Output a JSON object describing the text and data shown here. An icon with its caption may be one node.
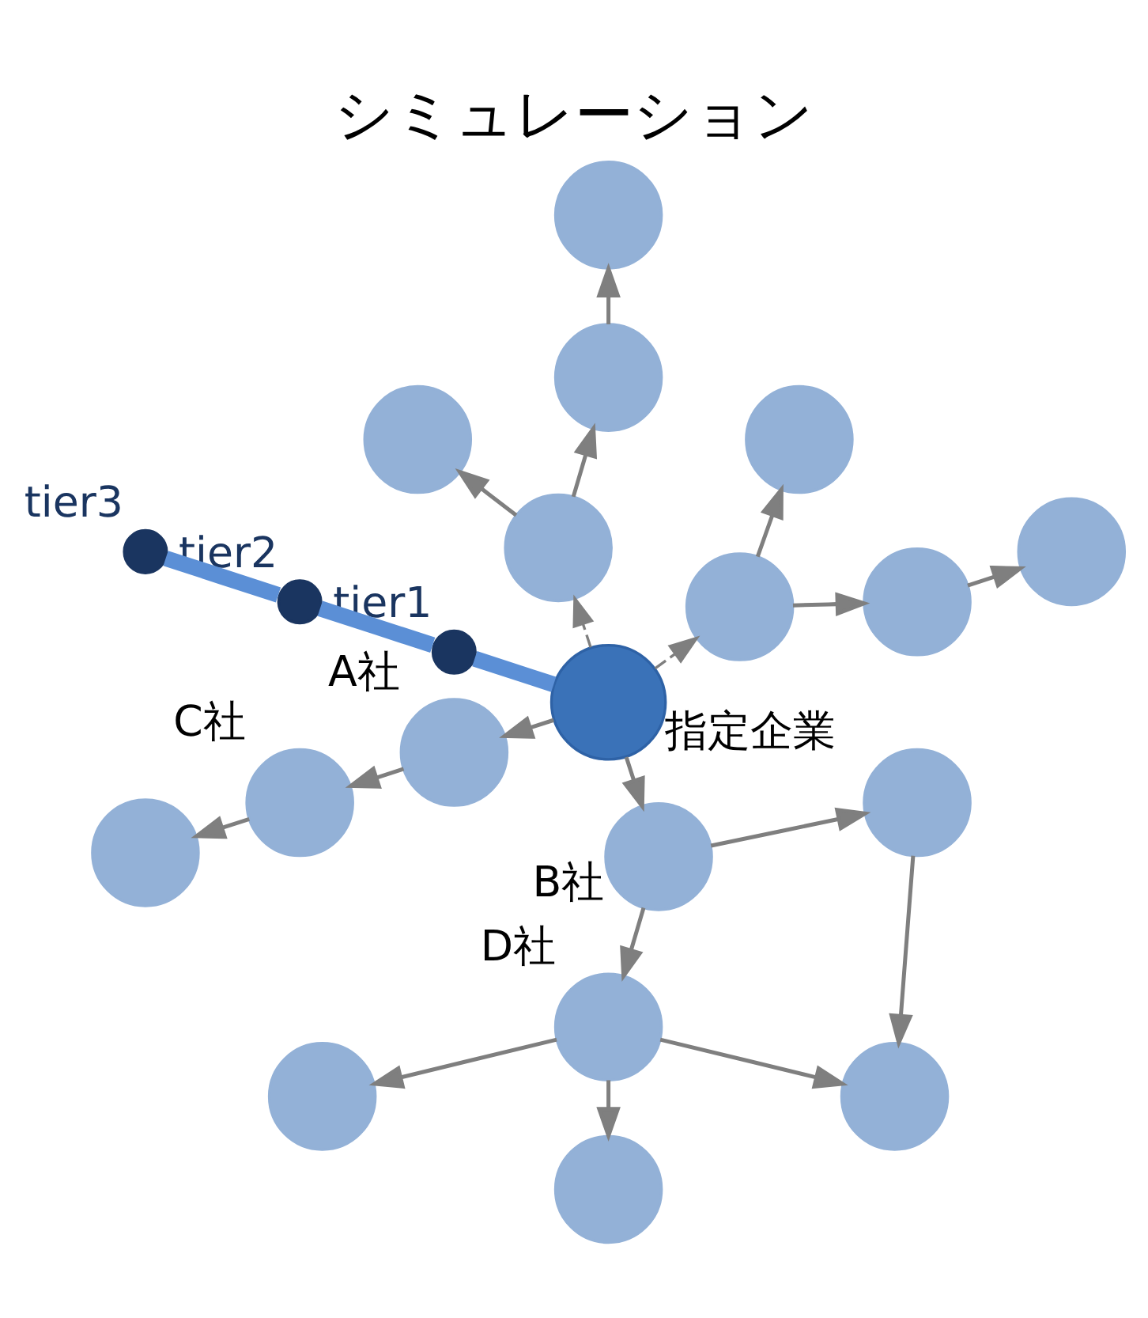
{
  "diagram": {
    "title": "シミュレーション",
    "nodes": [
      {
        "text": [],
        "shape": "circle",
        "beside": [
          "指定企業"
        ]
      },
      {
        "text": [],
        "shape": "circle"
      },
      {
        "text": [],
        "shape": "circle"
      },
      {
        "text": [],
        "shape": "circle"
      },
      {
        "text": [],
        "shape": "circle"
      },
      {
        "text": [],
        "shape": "circle"
      },
      {
        "text": [],
        "shape": "circle"
      },
      {
        "text": [],
        "shape": "circle"
      },
      {
        "text": [],
        "shape": "circle"
      },
      {
        "text": [],
        "shape": "circle",
        "beside": [
          "tier1"
        ]
      },
      {
        "text": [],
        "shape": "circle",
        "beside": [
          "tier2"
        ]
      },
      {
        "text": [],
        "shape": "circle",
        "beside": [
          "tier3"
        ]
      },
      {
        "text": [],
        "shape": "circle",
        "beside": [
          "A社"
        ]
      },
      {
        "text": [],
        "shape": "circle",
        "beside": [
          "B社"
        ]
      },
      {
        "text": [],
        "shape": "circle",
        "beside": [
          "C社"
        ]
      },
      {
        "text": [],
        "shape": "circle",
        "beside": [
          "D社"
        ]
      },
      {
        "text": [],
        "shape": "circle"
      },
      {
        "text": [],
        "shape": "circle"
      },
      {
        "text": [],
        "shape": "circle"
      },
      {
        "text": [],
        "shape": "circle"
      },
      {
        "text": [],
        "shape": "circle"
      }
    ],
    "edges": [
      {
        "from": 0,
        "to": 1,
        "arrow": "to",
        "style": "dashed"
      },
      {
        "from": 0,
        "to": 2,
        "arrow": "to",
        "style": "dashed"
      },
      {
        "from": 1,
        "to": 6,
        "arrow": "to"
      },
      {
        "from": 1,
        "to": 5,
        "arrow": "to"
      },
      {
        "from": 5,
        "to": 8,
        "arrow": "to"
      },
      {
        "from": 2,
        "to": 3,
        "arrow": "to"
      },
      {
        "from": 2,
        "to": 4,
        "arrow": "to"
      },
      {
        "from": 3,
        "to": 7,
        "arrow": "to"
      },
      {
        "from": 0,
        "to": 9,
        "arrow": "none",
        "style": "thick",
        "color": "#5b8fd6"
      },
      {
        "from": 9,
        "to": 10,
        "arrow": "none",
        "style": "thick",
        "color": "#5b8fd6"
      },
      {
        "from": 10,
        "to": 11,
        "arrow": "none",
        "style": "thick",
        "color": "#5b8fd6"
      },
      {
        "from": 0,
        "to": 12,
        "arrow": "to"
      },
      {
        "from": 0,
        "to": 13,
        "arrow": "to"
      },
      {
        "from": 12,
        "to": 14,
        "arrow": "to"
      },
      {
        "from": 13,
        "to": 15,
        "arrow": "to"
      },
      {
        "from": 13,
        "to": 16,
        "arrow": "to"
      },
      {
        "from": 14,
        "to": 17,
        "arrow": "to"
      },
      {
        "from": 15,
        "to": 18,
        "arrow": "to"
      },
      {
        "from": 15,
        "to": 19,
        "arrow": "to"
      },
      {
        "from": 15,
        "to": 20,
        "arrow": "to"
      },
      {
        "from": 16,
        "to": 20,
        "arrow": "to"
      }
    ]
  }
}
